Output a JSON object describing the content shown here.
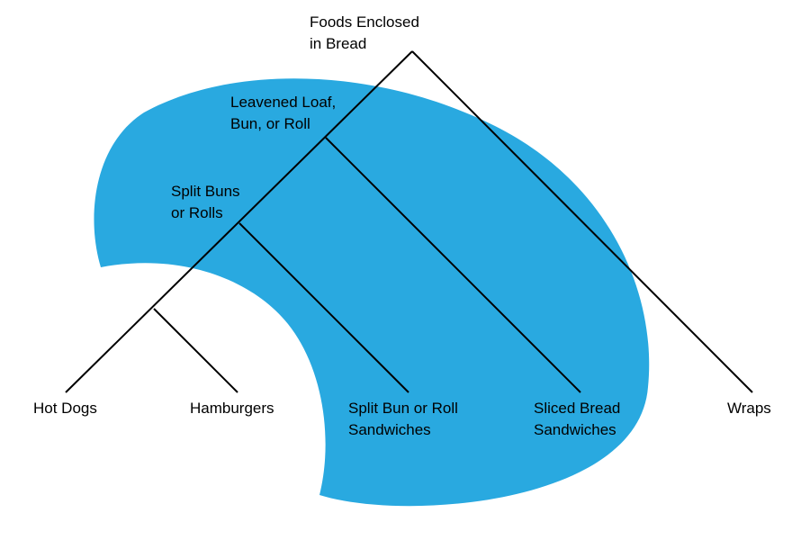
{
  "colors": {
    "background": "#ffffff",
    "blob": "#29a9e0",
    "line": "#000000"
  },
  "labels": {
    "root": [
      "Foods Enclosed",
      "in Bread"
    ],
    "leavened": [
      "Leavened Loaf,",
      "Bun, or Roll"
    ],
    "split_buns": [
      "Split Buns",
      "or Rolls"
    ],
    "hot_dogs": [
      "Hot Dogs"
    ],
    "hamburgers": [
      "Hamburgers"
    ],
    "split_bun_sandwiches": [
      "Split Bun or Roll",
      "Sandwiches"
    ],
    "sliced_bread_sandwiches": [
      "Sliced Bread",
      "Sandwiches"
    ],
    "wraps": [
      "Wraps"
    ]
  }
}
